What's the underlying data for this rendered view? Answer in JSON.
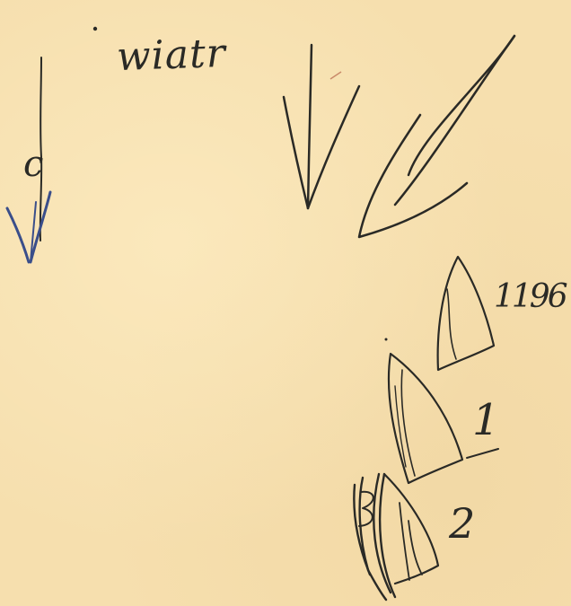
{
  "labels": {
    "wind": "wiatr",
    "current": "c",
    "boat_top": "1196",
    "boat_mid": "1",
    "boat_bottom": "2"
  },
  "colors": {
    "paper": "#f6dfae",
    "ink": "#2a2a26",
    "blue_ink": "#3a4e8a"
  }
}
